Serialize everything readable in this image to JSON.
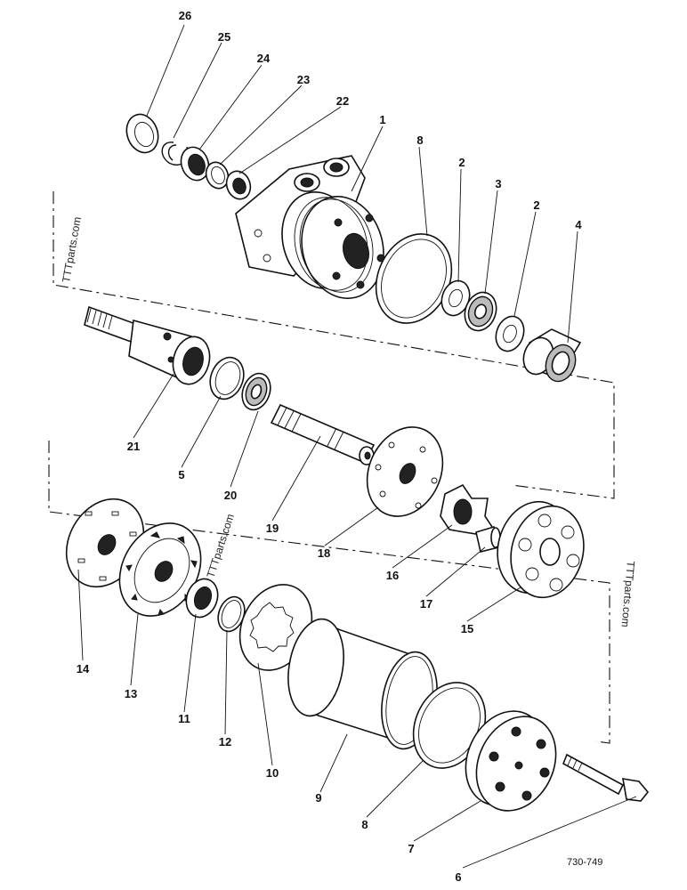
{
  "figure_code": "730-749",
  "watermark": "TTTparts.com",
  "callouts": [
    "26",
    "25",
    "24",
    "23",
    "22",
    "1",
    "8",
    "2",
    "3",
    "2",
    "4",
    "21",
    "5",
    "20",
    "19",
    "18",
    "16",
    "17",
    "15",
    "14",
    "13",
    "11",
    "12",
    "10",
    "9",
    "8",
    "7",
    "6"
  ]
}
